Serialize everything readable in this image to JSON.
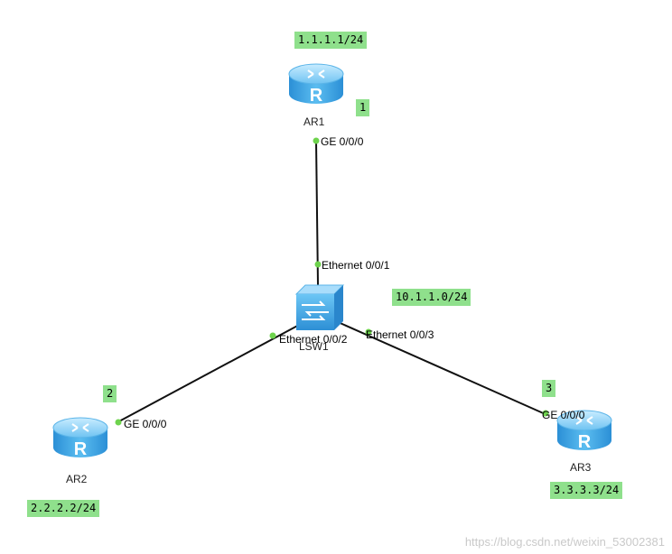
{
  "devices": {
    "ar1": {
      "name": "AR1",
      "ip": "1.1.1.1/24",
      "num": "1"
    },
    "ar2": {
      "name": "AR2",
      "ip": "2.2.2.2/24",
      "num": "2"
    },
    "ar3": {
      "name": "AR3",
      "ip": "3.3.3.3/24",
      "num": "3"
    },
    "lsw1": {
      "name": "LSW1",
      "network": "10.1.1.0/24"
    }
  },
  "ports": {
    "ar1_ge": "GE 0/0/0",
    "lsw1_e1": "Ethernet 0/0/1",
    "lsw1_e2": "Ethernet 0/0/2",
    "lsw1_e3": "Ethernet 0/0/3",
    "ar2_ge": "GE 0/0/0",
    "ar3_ge": "GE 0/0/0"
  },
  "watermark": "https://blog.csdn.net/weixin_53002381",
  "colors": {
    "label_bg": "#8fe08c",
    "port_dot": "#6ed34d",
    "link": "#111111",
    "router_blue": "#3aa3e0"
  }
}
